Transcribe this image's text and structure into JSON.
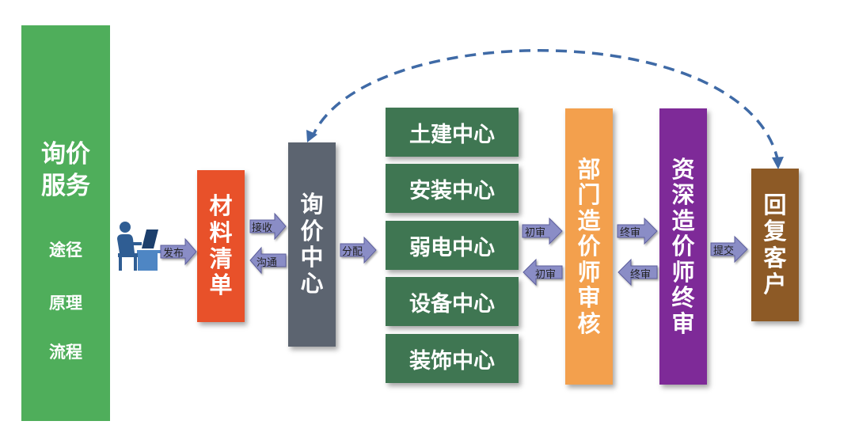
{
  "side_panel": {
    "title": "询价服务",
    "items": [
      "途径",
      "原理",
      "流程"
    ]
  },
  "boxes": {
    "materials": "材料清单",
    "inquiry_center": "询价中心",
    "dept_review": "部门造价师审核",
    "senior_review": "资深造价师终审",
    "reply_customer": "回复客户"
  },
  "centers": [
    "土建中心",
    "安装中心",
    "弱电中心",
    "设备中心",
    "装饰中心"
  ],
  "arrows": {
    "publish": "发布",
    "receive": "接收",
    "communicate": "沟通",
    "distribute": "分配",
    "first_review_forward": "初审",
    "first_review_back": "初审",
    "final_review_forward": "终审",
    "final_review_back": "终审",
    "submit": "提交"
  },
  "icons": {
    "user": "person-at-computer-icon"
  },
  "colors": {
    "side_panel": "#4fae5b",
    "materials": "#e8512a",
    "inquiry_center": "#5c6470",
    "centers": "#3f7652",
    "dept_review": "#f3a04d",
    "senior_review": "#7e2a98",
    "reply_customer": "#8d5a26",
    "arrow_fill": "#8a8dc6",
    "feedback_loop": "#3f6aa6"
  }
}
